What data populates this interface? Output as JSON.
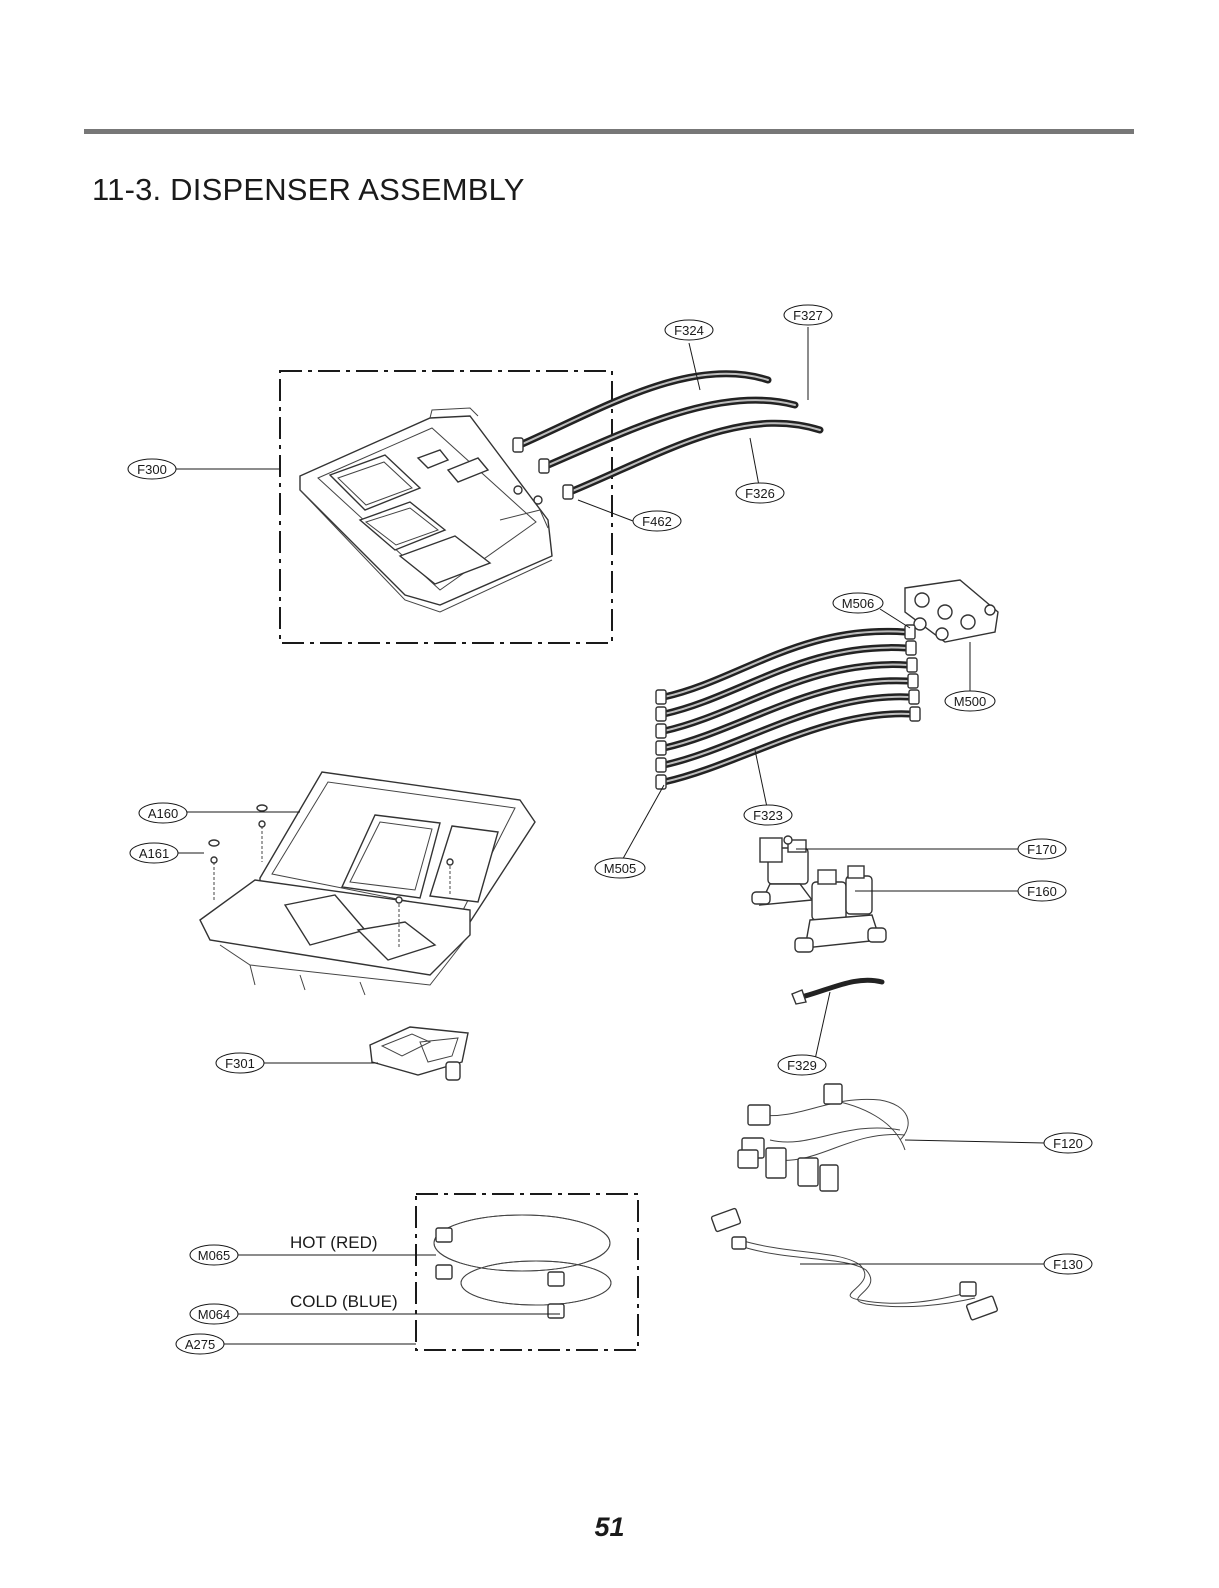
{
  "section_title": "11-3. DISPENSER ASSEMBLY",
  "page_number": "51",
  "labels": {
    "F324": "F324",
    "F327": "F327",
    "F300": "F300",
    "F326": "F326",
    "F462": "F462",
    "M506": "M506",
    "M500": "M500",
    "F323": "F323",
    "M505": "M505",
    "A160": "A160",
    "A161": "A161",
    "F170": "F170",
    "F160": "F160",
    "F301": "F301",
    "F329": "F329",
    "F120": "F120",
    "F130": "F130",
    "M065": "M065",
    "M064": "M064",
    "A275": "A275"
  },
  "notes": {
    "hot": "HOT (RED)",
    "cold": "COLD (BLUE)"
  }
}
